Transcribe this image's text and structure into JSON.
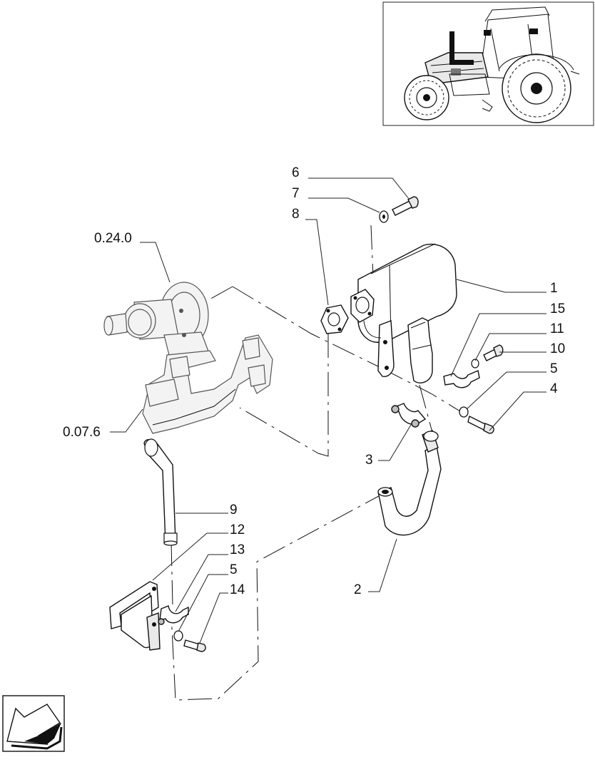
{
  "diagram": {
    "labels": {
      "p1": "1",
      "p2": "2",
      "p3": "3",
      "p4": "4",
      "p5a": "5",
      "p5b": "5",
      "p6": "6",
      "p7": "7",
      "p8": "8",
      "p9": "9",
      "p10": "10",
      "p11": "11",
      "p12": "12",
      "p13": "13",
      "p14": "14",
      "p15": "15",
      "ref_turbo": "0.24.0",
      "ref_manifold": "0.07.6"
    }
  }
}
